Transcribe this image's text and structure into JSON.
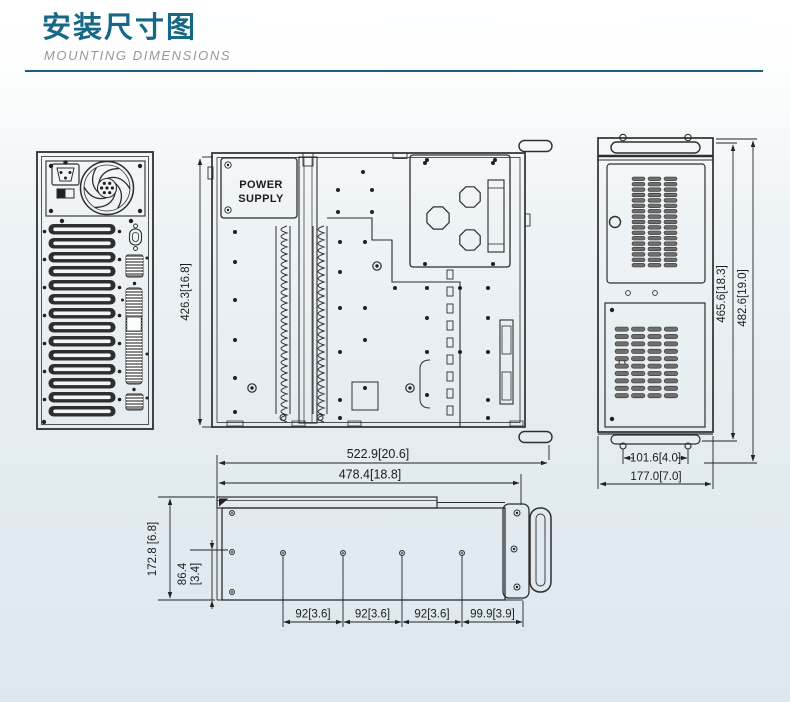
{
  "header": {
    "title": "安装尺寸图",
    "subtitle": "MOUNTING  DIMENSIONS"
  },
  "colors": {
    "accent": "#176787",
    "divider": "#1e5e7e",
    "line": "#2e2e2e"
  },
  "top_view": {
    "psu_line1": "POWER",
    "psu_line2": "SUPPLY",
    "dim_width": "426.3[16.8]"
  },
  "right_view": {
    "dim_inner_height": "465.6[18.3]",
    "dim_outer_height": "482.6[19.0]",
    "dim_hole_spacing": "101.6[4.0]",
    "dim_width": "177.0[7.0]"
  },
  "bottom_view": {
    "dim_total_depth": "522.9[20.6]",
    "dim_body_depth": "478.4[18.8]",
    "dim_height": "172.8 [6.8]",
    "dim_half_height_value": "86.4",
    "dim_half_height_bracket": "[3.4]",
    "dim_spacings": [
      "92[3.6]",
      "92[3.6]",
      "92[3.6]",
      "99.9[3.9]"
    ]
  }
}
